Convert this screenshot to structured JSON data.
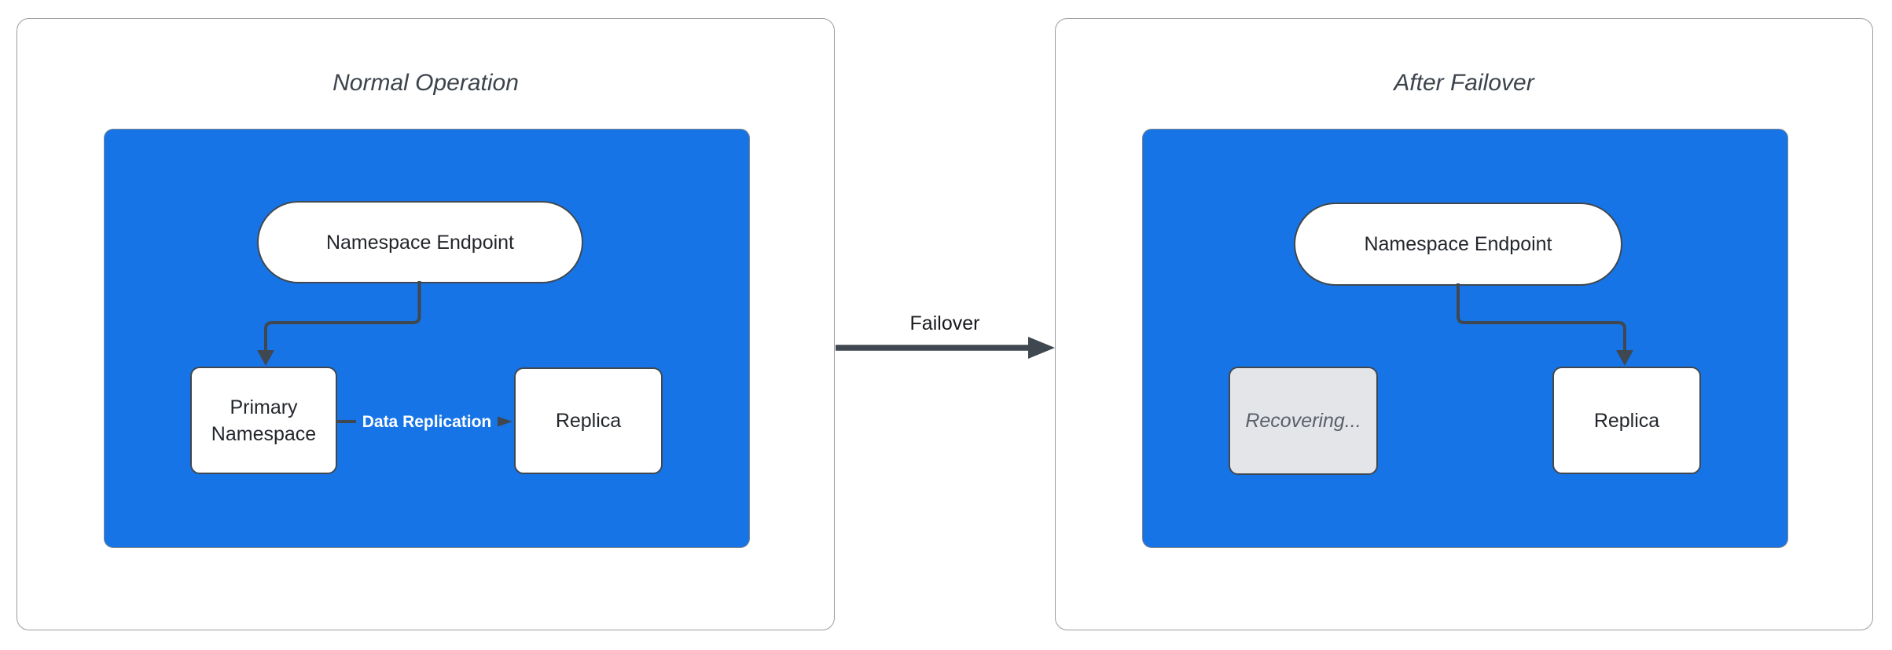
{
  "diagram": {
    "left_panel": {
      "title": "Normal Operation",
      "endpoint": "Namespace Endpoint",
      "primary": "Primary Namespace",
      "replica": "Replica",
      "replication_label": "Data Replication"
    },
    "right_panel": {
      "title": "After Failover",
      "endpoint": "Namespace Endpoint",
      "recovering": "Recovering...",
      "replica": "Replica"
    },
    "failover_label": "Failover"
  },
  "colors": {
    "cluster_blue": "#1774E6",
    "stroke_dark": "#3F4850",
    "panel_border": "#9C9C9C",
    "title_text": "#3C434B",
    "node_text": "#23272C",
    "recovering_fill": "#E4E5E9",
    "recovering_text": "#5A6069",
    "replication_text": "#FFFFFF",
    "failover_text": "#17191C"
  }
}
